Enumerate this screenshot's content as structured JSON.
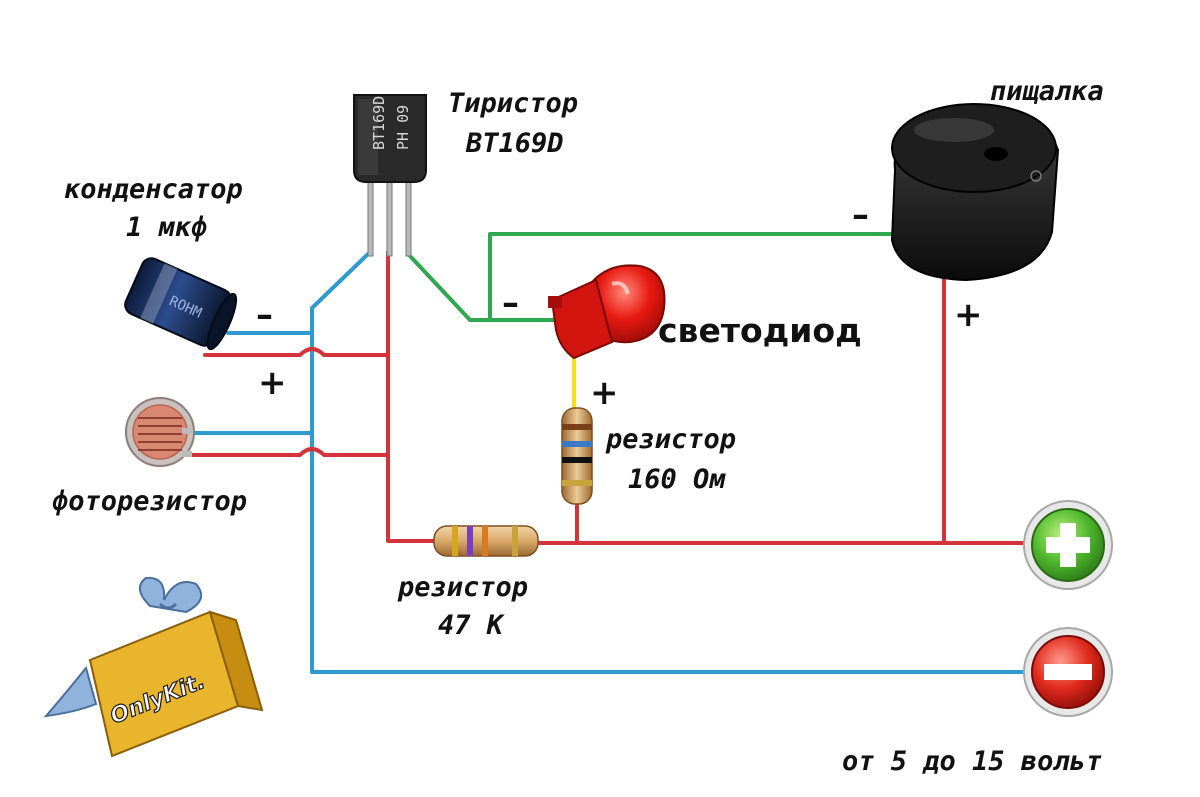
{
  "labels": {
    "thyristor_line1": "Тиристор",
    "thyristor_line2": "BT169D",
    "capacitor_line1": "конденсатор",
    "capacitor_line2": "1 мкф",
    "buzzer": "пищалка",
    "led": "светодиод",
    "resistor160_line1": "резистор",
    "resistor160_line2": "160 Ом",
    "resistor47_line1": "резистор",
    "resistor47_line2": "47 К",
    "photoresistor": "фоторезистор",
    "voltage": "от 5 до 15 вольт"
  },
  "polarity": {
    "plus": "+",
    "minus": "–"
  },
  "markings": {
    "thyristor_line1": "BT169D",
    "thyristor_line2": "PH 09",
    "capacitor": "ROHM"
  },
  "logo": {
    "text": "OnlyKit."
  },
  "colors": {
    "wire_red": "#d4333a",
    "wire_blue": "#2e9ad0",
    "wire_green": "#2fa84f",
    "wire_yellow": "#f2e21a",
    "led_red": "#e01515",
    "terminal_plus": "#3faa2a",
    "terminal_minus": "#d11a1a",
    "logo_box": "#e9b52c"
  },
  "icons": {
    "plus_terminal": "plus-circle-icon",
    "minus_terminal": "minus-circle-icon"
  }
}
